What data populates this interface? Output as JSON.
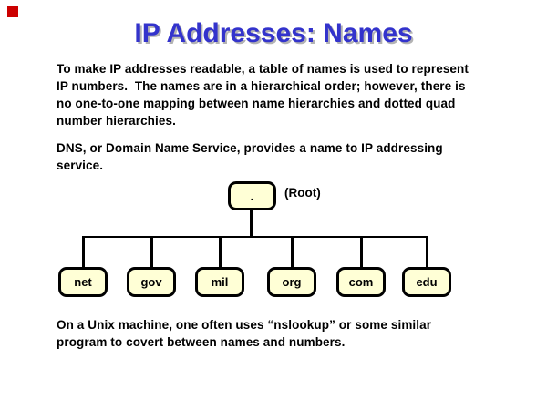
{
  "title": "IP Addresses: Names",
  "corner_marker": {
    "color": "#cc0000"
  },
  "body": {
    "paragraph1": [
      "To make IP addresses readable, a table of names is used to represent",
      "IP numbers.  The names are in a hierarchical order; however, there is",
      "no one-to-one mapping between name hierarchies and dotted quad",
      "number hierarchies."
    ],
    "paragraph2": [
      "DNS, or Domain Name Service, provides a name to IP addressing",
      "service."
    ],
    "paragraph3": [
      "On a Unix machine, one often uses “nslookup” or some similar",
      "program to covert between names and numbers."
    ]
  },
  "tree": {
    "root_label": ".",
    "root_annotation": "(Root)",
    "children": [
      "net",
      "gov",
      "mil",
      "org",
      "com",
      "edu"
    ],
    "node_fill": "#ffffd6",
    "node_border": "#000000"
  },
  "colors": {
    "title_text": "#3333cc",
    "title_shadow": "#b3b3b3",
    "body_text": "#000000",
    "background": "#ffffff"
  }
}
